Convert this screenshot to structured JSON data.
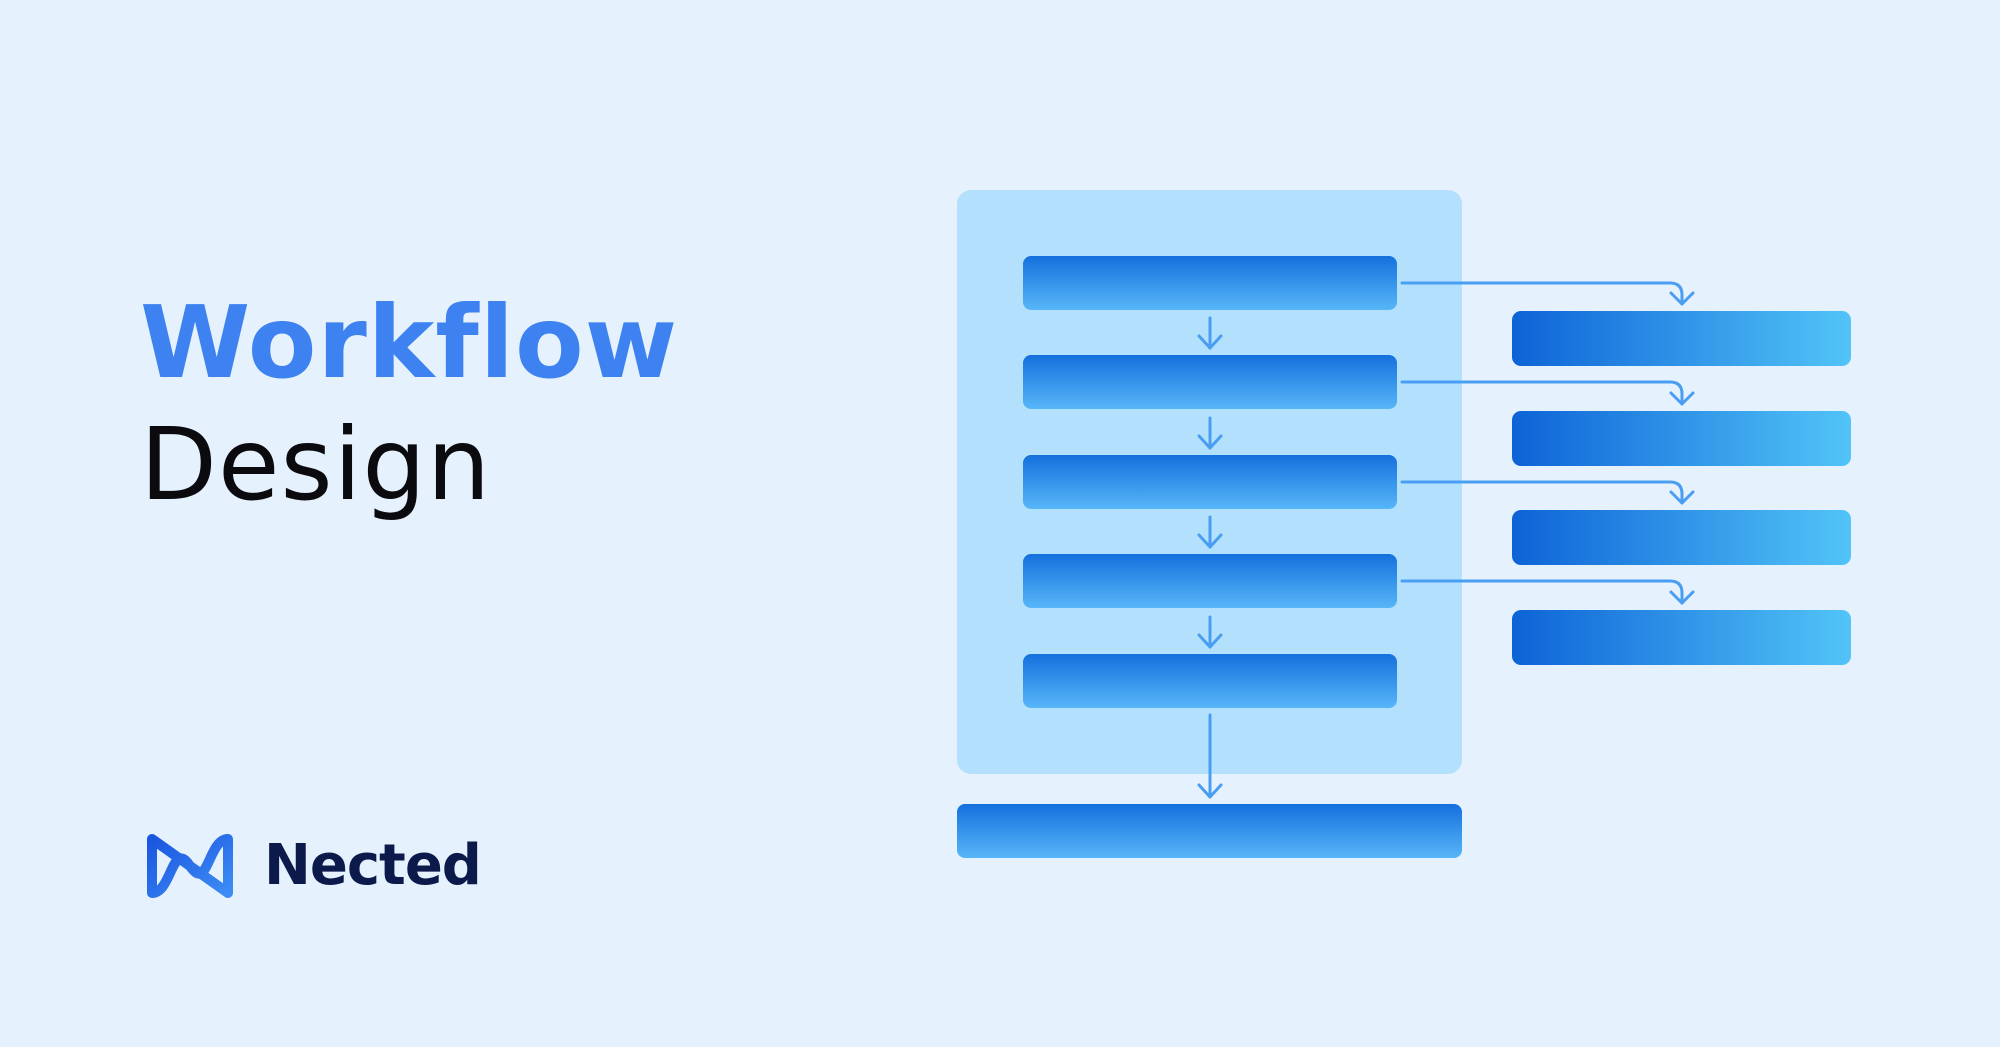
{
  "title": {
    "primary": "Workflow",
    "secondary": "Design"
  },
  "brand": {
    "name": "Nected",
    "logo_icon": "nected-logo-icon"
  },
  "colors": {
    "background": "#e5f1fd",
    "accent": "#3d82f0",
    "panel": "#b3e1fd",
    "connector": "#4a9ef2",
    "brand_text": "#0c1a4b"
  }
}
